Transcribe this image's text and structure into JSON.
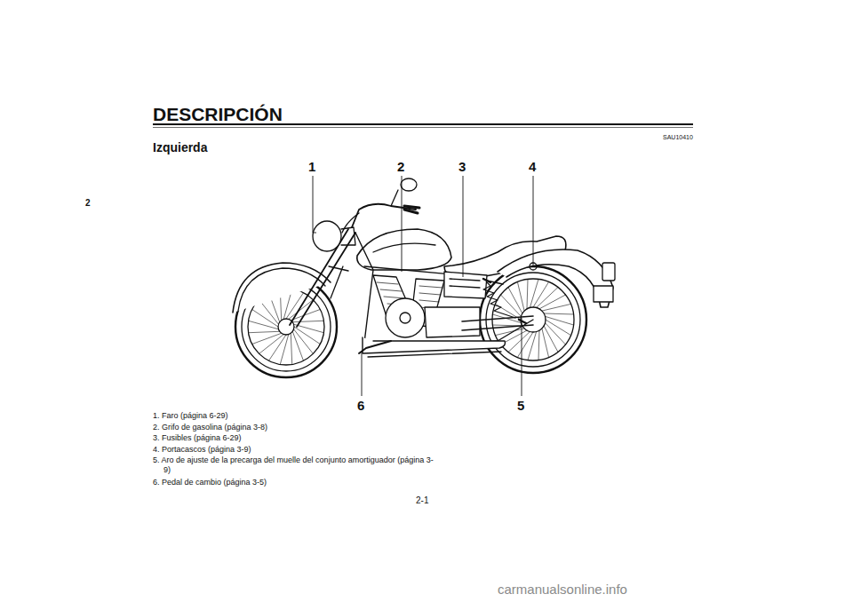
{
  "diagram": {
    "title": "DESCRIPCIÓN",
    "labels": [
      "Izquierda",
      "SAU10410",
      "2",
      "1",
      "2",
      "3",
      "4",
      "6",
      "5",
      "1. Faro (página 6-29)",
      "2. Grifo de gasolina (página 3-8)",
      "3. Fusibles (página 6-29)",
      "4. Portacascos (página 3-9)",
      "5. Aro de ajuste de la precarga del muelle del conjunto amortiguador (página 3-9)",
      "6. Pedal de cambio (página 3-5)",
      "2-1",
      "carmanualsonline.info"
    ]
  }
}
